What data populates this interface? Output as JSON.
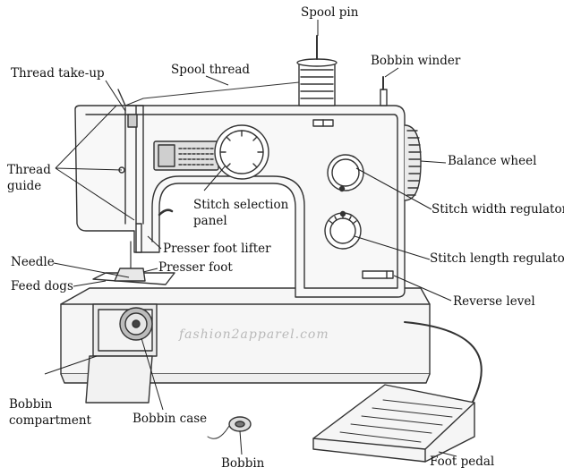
{
  "labels": {
    "spool_pin": "Spool pin",
    "spool_thread": "Spool thread",
    "bobbin_winder": "Bobbin winder",
    "thread_takeup": "Thread take-up",
    "thread_guide_1": "Thread",
    "thread_guide_2": "guide",
    "stitch_selection_1": "Stitch selection",
    "stitch_selection_2": "panel",
    "balance_wheel": "Balance wheel",
    "stitch_width": "Stitch width regulator",
    "stitch_length": "Stitch length regulator",
    "presser_foot_lifter": "Presser foot lifter",
    "presser_foot": "Presser foot",
    "needle": "Needle",
    "feed_dogs": "Feed dogs",
    "reverse_level": "Reverse level",
    "bobbin_compartment_1": "Bobbin",
    "bobbin_compartment_2": "compartment",
    "bobbin_case": "Bobbin case",
    "bobbin": "Bobbin",
    "foot_pedal": "Foot pedal"
  },
  "watermark": "fashion2apparel.com",
  "colors": {
    "line": "#333333",
    "fill": "#f4f4f4",
    "shade": "#d9d9d9",
    "dark": "#555555"
  }
}
